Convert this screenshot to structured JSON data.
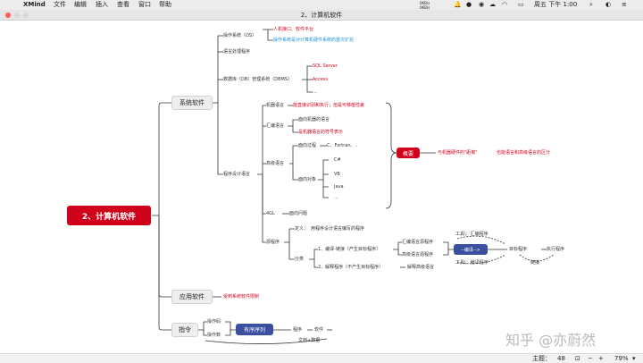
{
  "menubar": {
    "apple": "",
    "items": [
      "XMind",
      "文件",
      "编辑",
      "插入",
      "查看",
      "窗口",
      "帮助"
    ],
    "right": {
      "net_top": "0KB/s",
      "net_bottom": "0KB/s",
      "time": "周五 下午 1:00"
    }
  },
  "window": {
    "title": "2、计算机软件"
  },
  "mindmap": {
    "central": "2、计算机软件",
    "system_software": "系统软件",
    "os": "操作系统（OS）",
    "os_note1": "人机接口、软件平台",
    "os_note2": "操作系统是对计算机硬件系统的首次扩充",
    "lang_processor": "语言处理程序",
    "dbms": "数据库（DB）管理系统（DBMS）",
    "sql_server": "SQL Server",
    "access": "Access",
    "ellipsis": "...",
    "prog_lang": "程序设计语言",
    "machine_lang": "机器语言",
    "machine_note": "能直接识别和执行；但是可移植性差",
    "assembly": "汇编语言",
    "assembly_note1": "面向机器的语言",
    "assembly_note2": "是机器语言的符号表示",
    "highlevel": "高级语言",
    "proc_oriented": "面向过程",
    "proc_langs": "C、Fortran、..",
    "obj_oriented": "面向对象",
    "cpp": "C#",
    "vb": "VB",
    "java": "Java",
    "summary": "概要",
    "summary_note1": "与机器硬件的\"距离\"",
    "summary_note2": "也能语言和高级语言的区分",
    "fourgl": "4GL",
    "fourgl_note": "面向问题",
    "source": "源程序",
    "def_label": "定义：",
    "def_text": "用程序设计语言编写的程序",
    "classify": "分类",
    "c1": "1、编译-链接（产生目标程序）",
    "c2": "2、解释程序（不产生目标程序）",
    "asm_src": "汇编语言源程序",
    "hl_src": "高级语言源程序",
    "compile": "--编译-->",
    "target": "目标程序",
    "execute": "执行程序",
    "tool1": "工具\\：汇编程序",
    "tool2": "工具\\：编译程序",
    "link": "链接",
    "interpret": "解释高级语言",
    "app_software": "应用软件",
    "app_note": "受到系统软件限制",
    "instruction": "指令",
    "opcode": "操作码",
    "operand": "操作数",
    "seq": "有序序列",
    "program": "程序",
    "software": "软件",
    "doc_data": "文档+数据"
  },
  "watermark": "知乎 @亦蔚然",
  "status": {
    "count_label": "主题：",
    "count": "48",
    "zoom": "79%"
  },
  "colors": {
    "central": "#d0021b",
    "summary": "#d0021b",
    "seq": "#3b4fa0",
    "compile": "#3b4fa0"
  }
}
